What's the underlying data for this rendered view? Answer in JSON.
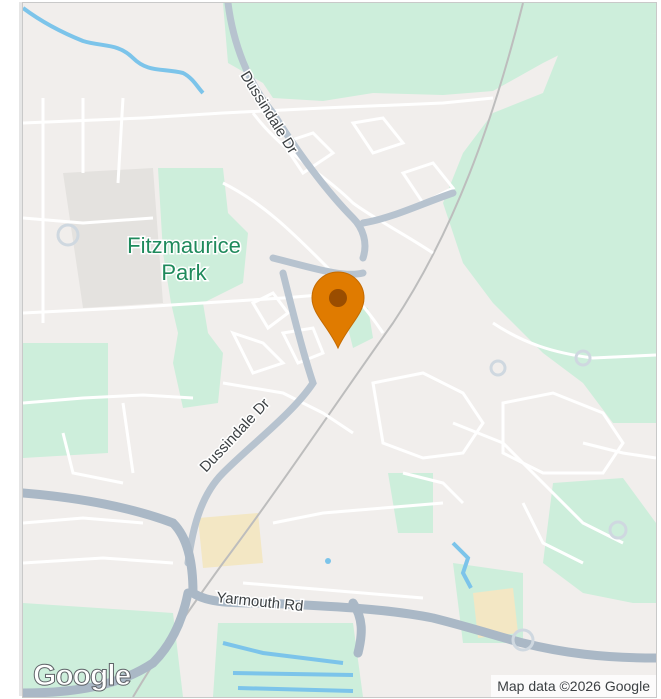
{
  "map": {
    "labels": {
      "park": [
        "Fitzmaurice",
        "Park"
      ],
      "road_dussindale_north": "Dussindale Dr",
      "road_dussindale_south": "Dussindale Dr",
      "road_yarmouth": "Yarmouth Rd"
    },
    "marker": {
      "icon": "map-pin-icon",
      "color": "#e07b00"
    },
    "logo_text": "Google",
    "attribution": "Map data ©2026 Google",
    "colors": {
      "land": "#f1eeec",
      "park": "#c8ecd5",
      "water": "#7cc4ea",
      "road": "#ffffff",
      "major_road": "#aab8c6",
      "rail": "#bdbdbd"
    }
  }
}
